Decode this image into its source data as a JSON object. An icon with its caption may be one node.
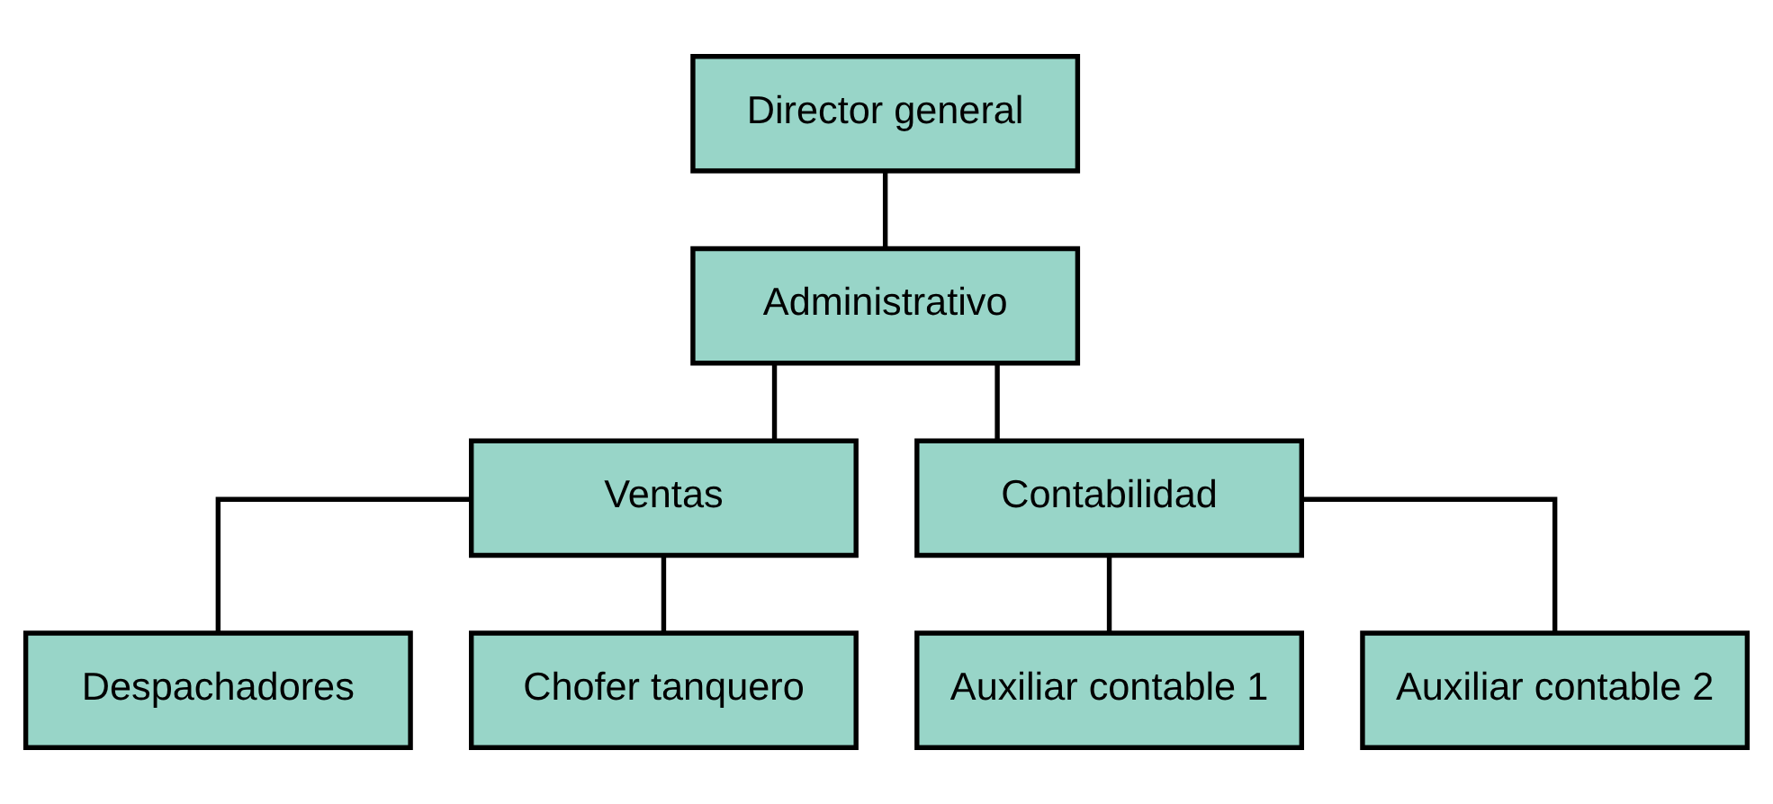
{
  "diagram": {
    "nodes": [
      {
        "text": [
          "Director general"
        ]
      },
      {
        "text": [
          "Administrativo"
        ]
      },
      {
        "text": [
          "Ventas"
        ]
      },
      {
        "text": [
          "Contabilidad"
        ]
      },
      {
        "text": [
          "Despachadores"
        ]
      },
      {
        "text": [
          "Chofer tanquero"
        ]
      },
      {
        "text": [
          "Auxiliar contable 1"
        ]
      },
      {
        "text": [
          "Auxiliar contable 2"
        ]
      }
    ],
    "edges": [
      {
        "from": 0,
        "to": 1,
        "arrow": "none"
      },
      {
        "from": 1,
        "to": 2,
        "arrow": "none"
      },
      {
        "from": 1,
        "to": 3,
        "arrow": "none"
      },
      {
        "from": 2,
        "to": 4,
        "arrow": "none"
      },
      {
        "from": 2,
        "to": 5,
        "arrow": "none"
      },
      {
        "from": 3,
        "to": 6,
        "arrow": "none"
      },
      {
        "from": 3,
        "to": 7,
        "arrow": "none"
      }
    ]
  }
}
